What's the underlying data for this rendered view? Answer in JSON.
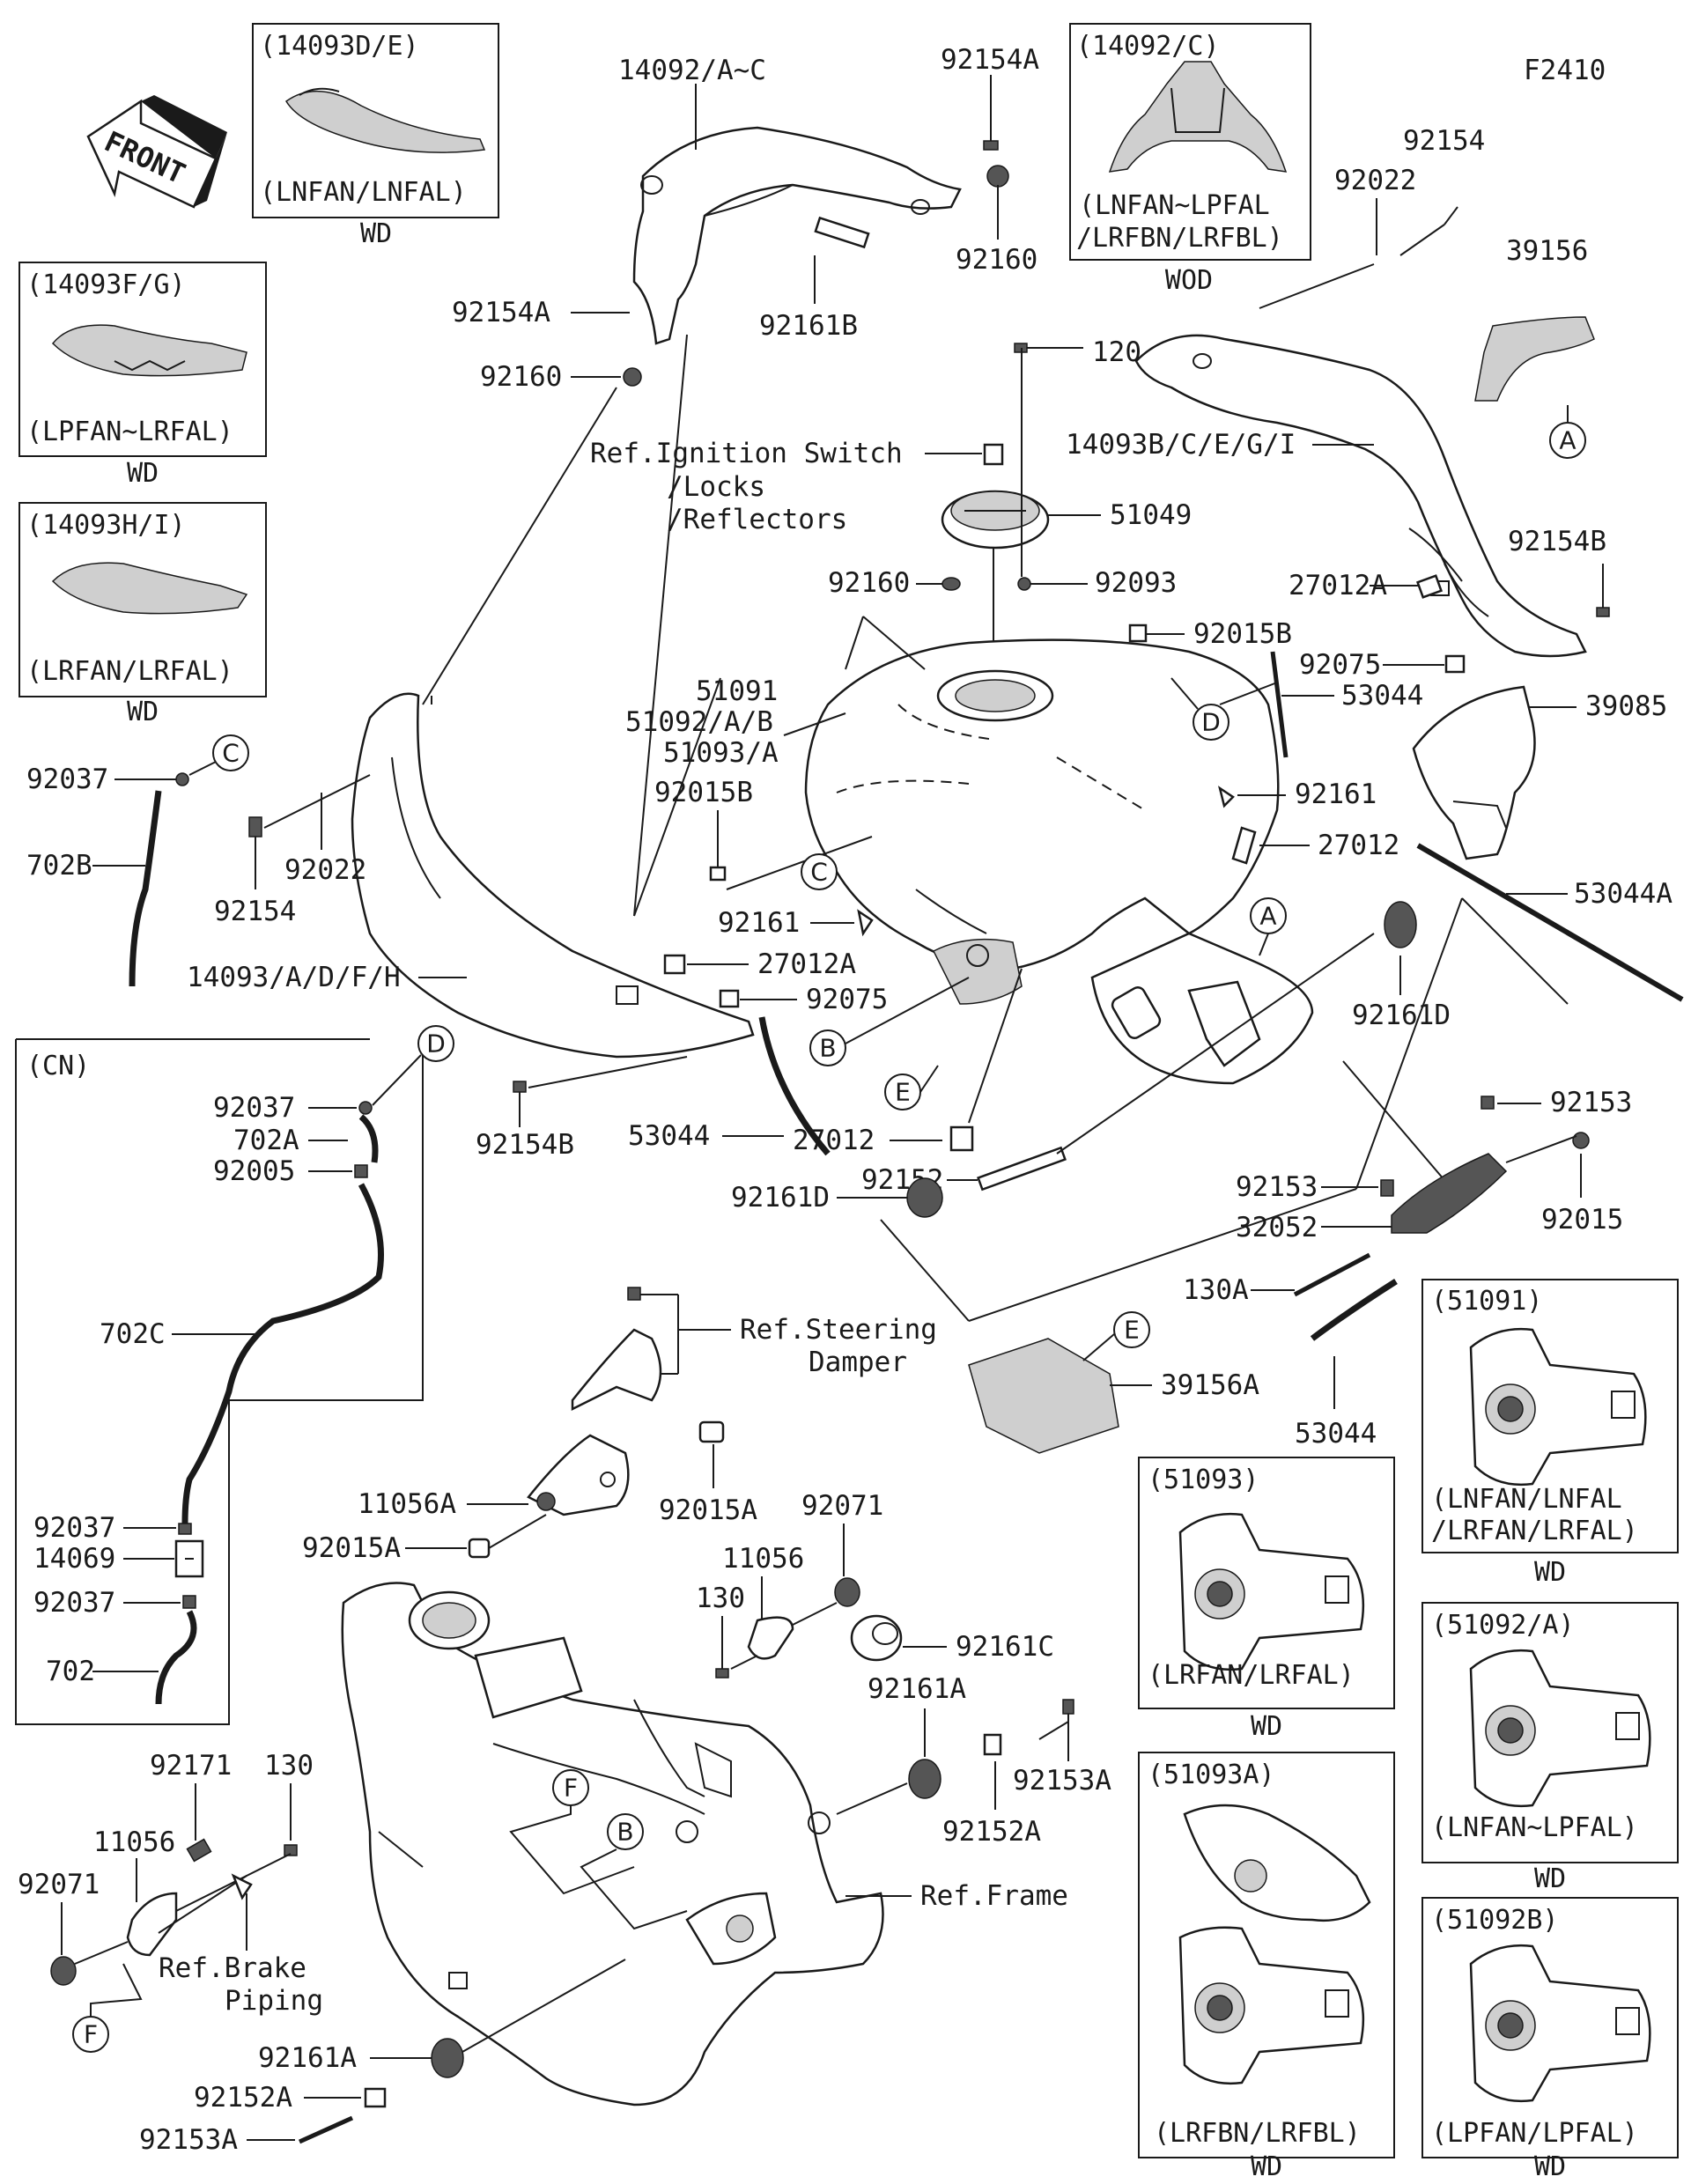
{
  "figure_code": "F2410",
  "front_label": "FRONT",
  "parts": {
    "p14092": "14092/A~C",
    "p92154A_top": "92154A",
    "p92160_top": "92160",
    "p92161B": "92161B",
    "p92154A_left": "92154A",
    "p92160_left": "92160",
    "p92154_right": "92154",
    "p92022_right": "92022",
    "p39156": "39156",
    "p120": "120",
    "p14093BCEGI": "14093B/C/E/G/I",
    "ref_ignition": "Ref.Ignition Switch",
    "ref_ignition_2": "/Locks",
    "ref_ignition_3": "/Reflectors",
    "p51049": "51049",
    "p92160_mid": "92160",
    "p92093": "92093",
    "p92154B_right": "92154B",
    "p27012A_right": "27012A",
    "p92015B_top": "92015B",
    "p92075_right": "92075",
    "p53044_top": "53044",
    "p39085": "39085",
    "p51091": "51091",
    "p51092": "51092/A/B",
    "p51093": "51093/A",
    "p92015B_left": "92015B",
    "p92161_right": "92161",
    "p27012_right": "27012",
    "p53044A": "53044A",
    "p92037_c": "92037",
    "p702B": "702B",
    "p92154_left": "92154",
    "p92022_left": "92022",
    "p92161_mid": "92161",
    "p27012A_left": "27012A",
    "p92075_left": "92075",
    "p14093ADFH": "14093/A/D/F/H",
    "p92154B_left": "92154B",
    "p53044_mid": "53044",
    "p27012_mid": "27012",
    "p92152": "92152",
    "p92161D_right": "92161D",
    "p92161D_left": "92161D",
    "p92153_a": "92153",
    "p92153_b": "92153",
    "p92015": "92015",
    "p32052": "32052",
    "p130A": "130A",
    "p53044_low": "53044",
    "p39156A": "39156A",
    "cn_92037_a": "92037",
    "cn_702A": "702A",
    "cn_92005": "92005",
    "cn_702C": "702C",
    "cn_92037_b": "92037",
    "cn_14069": "14069",
    "cn_92037_c": "92037",
    "cn_702": "702",
    "ref_steering": "Ref.Steering",
    "ref_steering_2": "Damper",
    "p11056A": "11056A",
    "p92015A_left": "92015A",
    "p92015A_right": "92015A",
    "p92071_top": "92071",
    "p11056_top": "11056",
    "p130_mid": "130",
    "p92161C": "92161C",
    "p92161A_top": "92161A",
    "p92153A_top": "92153A",
    "p92152A_top": "92152A",
    "ref_frame": "Ref.Frame",
    "p92171": "92171",
    "p130_low": "130",
    "p11056_low": "11056",
    "p92071_low": "92071",
    "ref_brake": "Ref.Brake",
    "ref_brake_2": "Piping",
    "p92161A_low": "92161A",
    "p92152A_low": "92152A",
    "p92153A_low": "92153A"
  },
  "circle_labels": {
    "A_right": "A",
    "A_mid": "A",
    "C_left": "C",
    "C_mid": "C",
    "D_right": "D",
    "D_left": "D",
    "B_mid": "B",
    "E_mid": "E",
    "E_right": "E",
    "F_frame": "F",
    "B_frame": "B",
    "F_low": "F"
  },
  "insets": {
    "i14093DE": {
      "title": "(14093D/E)",
      "models": "(LNFAN/LNFAL)",
      "footer": "WD"
    },
    "i14093FG": {
      "title": "(14093F/G)",
      "models": "(LPFAN~LRFAL)",
      "footer": "WD"
    },
    "i14093HI": {
      "title": "(14093H/I)",
      "models": "(LRFAN/LRFAL)",
      "footer": "WD"
    },
    "i14092C": {
      "title": "(14092/C)",
      "models": "(LNFAN~LPFAL",
      "models2": "/LRFBN/LRFBL)",
      "footer": "WOD"
    },
    "iCN": {
      "title": "(CN)"
    },
    "i51091": {
      "title": "(51091)",
      "models": "(LNFAN/LNFAL",
      "models2": "/LRFAN/LRFAL)",
      "footer": "WD"
    },
    "i51093": {
      "title": "(51093)",
      "models": "(LRFAN/LRFAL)",
      "footer": "WD"
    },
    "i51092A": {
      "title": "(51092/A)",
      "models": "(LNFAN~LPFAL)",
      "footer": "WD"
    },
    "i51093A": {
      "title": "(51093A)",
      "models": "(LRFBN/LRFBL)",
      "footer": "WD"
    },
    "i51092B": {
      "title": "(51092B)",
      "models": "(LPFAN/LPFAL)",
      "footer": "WD"
    }
  }
}
